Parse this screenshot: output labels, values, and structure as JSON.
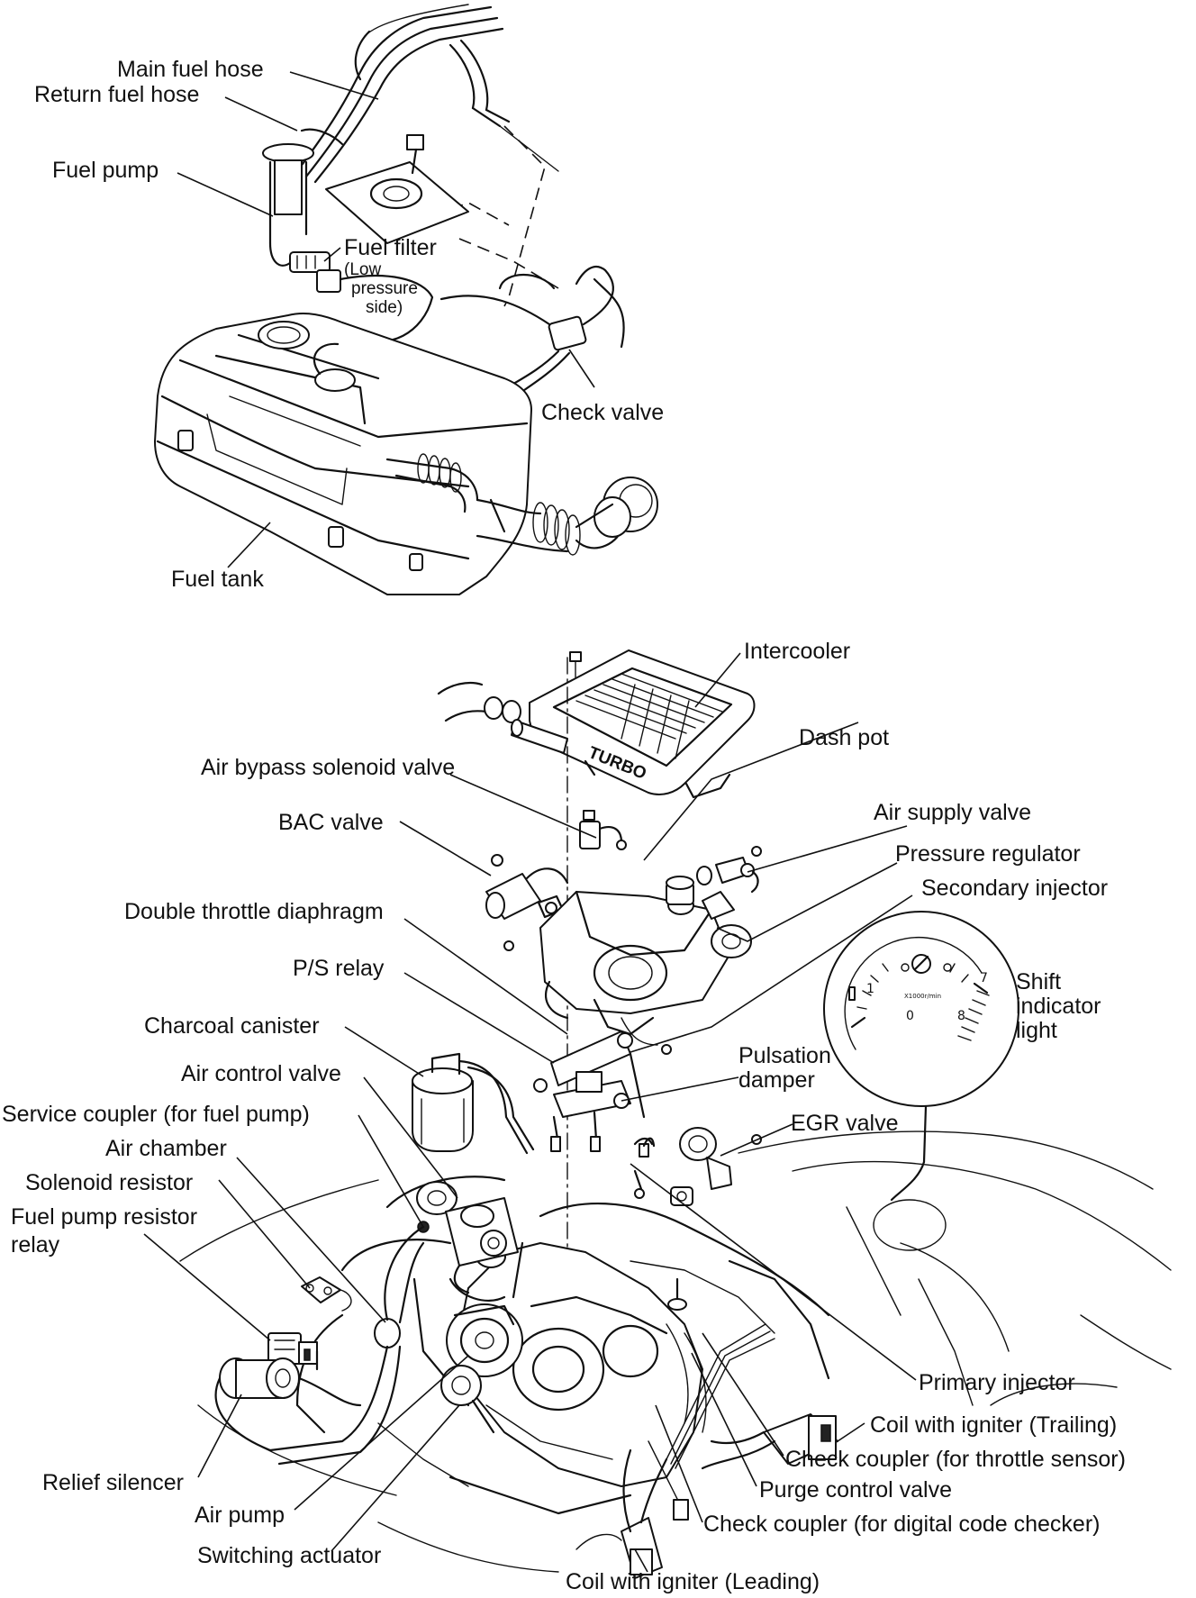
{
  "labels": {
    "main_fuel_hose": "Main fuel hose",
    "return_fuel_hose": "Return fuel hose",
    "fuel_pump": "Fuel pump",
    "fuel_filter": "Fuel filter",
    "fuel_filter_note": [
      "(Low",
      "pressure",
      "side)"
    ],
    "check_valve": "Check valve",
    "fuel_tank": "Fuel tank",
    "intercooler": "Intercooler",
    "dash_pot": "Dash pot",
    "air_bypass_solenoid_valve": "Air bypass solenoid valve",
    "bac_valve": "BAC valve",
    "air_supply_valve": "Air supply valve",
    "pressure_regulator": "Pressure regulator",
    "secondary_injector": "Secondary injector",
    "double_throttle_diaphragm": "Double throttle diaphragm",
    "ps_relay": "P/S relay",
    "shift_indicator_light": [
      "Shift",
      "indicator",
      "light"
    ],
    "charcoal_canister": "Charcoal canister",
    "pulsation_damper": [
      "Pulsation",
      "damper"
    ],
    "air_control_valve": "Air control valve",
    "service_coupler": "Service coupler (for fuel pump)",
    "egr_valve": "EGR valve",
    "air_chamber": "Air chamber",
    "solenoid_resistor": "Solenoid resistor",
    "fuel_pump_resistor_relay": [
      "Fuel pump resistor",
      "relay"
    ],
    "primary_injector": "Primary injector",
    "coil_trailing": "Coil with igniter (Trailing)",
    "check_coupler_throttle": "Check coupler (for throttle sensor)",
    "relief_silencer": "Relief silencer",
    "purge_control_valve": "Purge control valve",
    "air_pump": "Air pump",
    "check_coupler_digital": "Check coupler (for digital code checker)",
    "switching_actuator": "Switching actuator",
    "coil_leading": "Coil with igniter (Leading)"
  },
  "art_text": {
    "intercooler_badge": "TURBO",
    "gauge_numbers": [
      "1",
      "7",
      "0",
      "8"
    ],
    "gauge_unit": "X1000r/min"
  },
  "colors": {
    "ink": "#111111",
    "paper": "#ffffff"
  }
}
